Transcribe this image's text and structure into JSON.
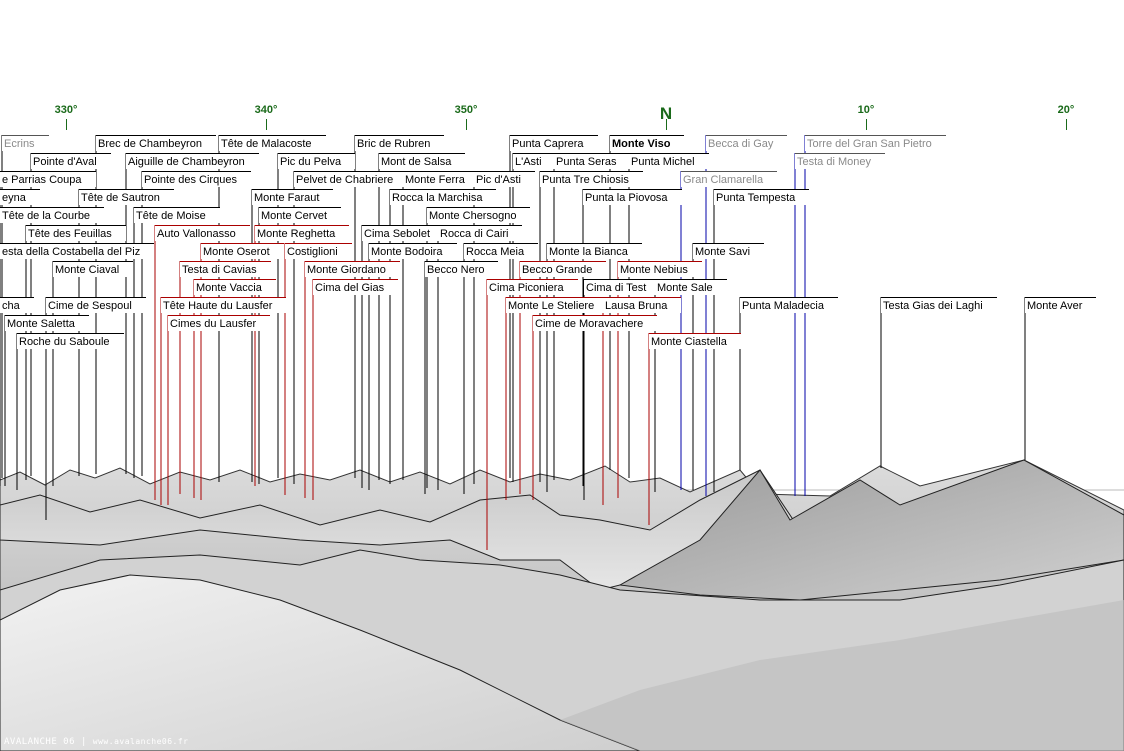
{
  "compass": [
    {
      "label": "330°"
    },
    {
      "label": "340°"
    },
    {
      "label": "350°"
    },
    {
      "label": "N"
    },
    {
      "label": "10°"
    },
    {
      "label": "20°"
    }
  ],
  "labels": [
    {
      "name": "Ecrins",
      "style": "grey"
    },
    {
      "name": "Brec de Chambeyron"
    },
    {
      "name": "Tête de Malacoste"
    },
    {
      "name": "Bric de Rubren"
    },
    {
      "name": "Punta Caprera"
    },
    {
      "name": "Monte Viso",
      "style": "bold"
    },
    {
      "name": "Becca di Gay",
      "style": "grey"
    },
    {
      "name": "Torre del Gran San Pietro",
      "style": "grey"
    },
    {
      "name": "Pointe d'Aval"
    },
    {
      "name": "Aiguille de Chambeyron"
    },
    {
      "name": "Pic du Pelva"
    },
    {
      "name": "Mont de Salsa"
    },
    {
      "name": "L'Asti"
    },
    {
      "name": "Punta Seras"
    },
    {
      "name": "Punta Michel"
    },
    {
      "name": "Testa di Money",
      "style": "grey"
    },
    {
      "name": "e Parrias Coupa"
    },
    {
      "name": "Pointe des Cirques"
    },
    {
      "name": "Pelvet de Chabriere"
    },
    {
      "name": "Monte Ferra"
    },
    {
      "name": "Pic d'Asti"
    },
    {
      "name": "Punta Tre Chiosis"
    },
    {
      "name": "Gran Clamarella",
      "style": "grey"
    },
    {
      "name": "eyna"
    },
    {
      "name": "Tête de Sautron"
    },
    {
      "name": "Monte Faraut"
    },
    {
      "name": "Rocca la Marchisa"
    },
    {
      "name": "Punta la Piovosa"
    },
    {
      "name": "Punta Tempesta"
    },
    {
      "name": "Tête de la Courbe"
    },
    {
      "name": "Tête de Moise"
    },
    {
      "name": "Monte Cervet"
    },
    {
      "name": "Monte Chersogno"
    },
    {
      "name": "Tête des Feuillas"
    },
    {
      "name": "Auto Vallonasso"
    },
    {
      "name": "Monte Reghetta"
    },
    {
      "name": "Cima Sebolet"
    },
    {
      "name": "Rocca di Cairi"
    },
    {
      "name": "esta della Costabella del Piz"
    },
    {
      "name": "Monte Oserot"
    },
    {
      "name": "Costiglioni"
    },
    {
      "name": "Monte Bodoira"
    },
    {
      "name": "Rocca Meia"
    },
    {
      "name": "Monte la Bianca"
    },
    {
      "name": "Monte Savi"
    },
    {
      "name": "Monte Ciaval"
    },
    {
      "name": "Testa di Cavias"
    },
    {
      "name": "Monte Giordano"
    },
    {
      "name": "Becco Nero"
    },
    {
      "name": "Becco Grande"
    },
    {
      "name": "Monte Nebius"
    },
    {
      "name": "Monte Vaccia"
    },
    {
      "name": "Cima del Gias"
    },
    {
      "name": "Cima Piconiera"
    },
    {
      "name": "Cima di Test"
    },
    {
      "name": "Monte Sale"
    },
    {
      "name": "cha"
    },
    {
      "name": "Cime de Sespoul"
    },
    {
      "name": "Tête Haute du Lausfer"
    },
    {
      "name": "Monte Le Steliere"
    },
    {
      "name": "Lausa Bruna"
    },
    {
      "name": "Punta Maladecia"
    },
    {
      "name": "Testa Gias dei Laghi"
    },
    {
      "name": "Monte Aver"
    },
    {
      "name": "Monte Saletta"
    },
    {
      "name": "Cimes du Lausfer"
    },
    {
      "name": "Cime de Moravachere"
    },
    {
      "name": "Roche du Saboule"
    },
    {
      "name": "Monte Ciastella"
    }
  ],
  "footer": {
    "brand": "AVALANCHE 06",
    "separator": "|",
    "url": "www.avalanche06.fr"
  }
}
